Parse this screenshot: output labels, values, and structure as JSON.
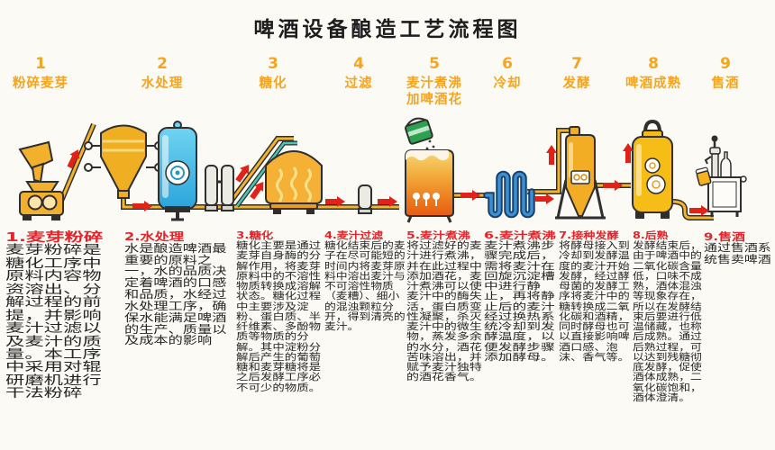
{
  "title": "啤酒设备酿造工艺流程图",
  "steps": [
    {
      "num": "1",
      "label": "粉碎麦芽"
    },
    {
      "num": "2",
      "label": "水处理"
    },
    {
      "num": "3",
      "label": "糖化"
    },
    {
      "num": "4",
      "label": "过滤"
    },
    {
      "num": "5",
      "label": "麦汁煮沸\n加啤酒花"
    },
    {
      "num": "6",
      "label": "冷却"
    },
    {
      "num": "7",
      "label": "发酵"
    },
    {
      "num": "8",
      "label": "啤酒成熟"
    },
    {
      "num": "9",
      "label": "售酒"
    }
  ],
  "descriptions": [
    {
      "heading": "1.麦芽粉碎",
      "body": "麦芽粉碎是糖化工序中原料内容物资溶出、分解过程的前提，并影响麦汁过滤以及麦汁的质量。本工序中采用对辊研磨机进行干法粉碎"
    },
    {
      "heading": "2.水处理",
      "body": "水是酿造啤酒最重要的原料之一，水的品质决定着啤酒的口感和品质，水经过水处理工序，确保水能满足啤酒的生产、质量以及成本的影响"
    },
    {
      "heading": "3.糖化",
      "body": "糖化主要是通过麦芽自身酶的分解作用，将麦芽原料中的不溶性物质转换成溶解状态。糖化过程中主要涉及淀粉、蛋白质、半纤维素、多酚物质等物质的分解。其中淀粉分解后产生的葡萄糖和麦芽糖将是之后发酵工序必不可少的物质。"
    },
    {
      "heading": "4.麦汁过滤",
      "body": "糖化结束后的麦子在尽可能短的时间内将麦芽原料中溶出麦汁与不可溶性物质（麦糟）、细小的混浊颗粒分开，得到清亮的麦汁。"
    },
    {
      "heading": "5.麦汁煮沸",
      "body": "将过滤好的麦汁进行煮沸，并在此过程中添加酒花，麦汁煮沸可以使麦汁中的酶失活，蛋白质变性凝聚，杀灭麦汁中的微生物，蒸发多余的水分，酒花苦味溶出，并赋予麦汁独特的酒花香气。"
    },
    {
      "heading": "6.麦汁煮沸",
      "body": "麦汁煮沸步骤完成后，需将麦汁在回旋沉淀槽中进行静止，再将静止后的麦汁经过换热系统冷却到发酵温度，以便发酵步骤添加酵母。"
    },
    {
      "heading": "7.接种发酵",
      "body": "将酵母接入到冷却到发酵温度的麦汁开始发酵，经过酵母菌的发酵工序将麦汁中的糖转换成二氧化碳和酒精，同时酵母也可以直接影响啤酒口感、泡沫、香气等。"
    },
    {
      "heading": "8.后熟",
      "body": "发酵结束后，由于啤酒中的二氧化碳含量低，口味不成熟，酒体混浊等现象存在，所以在发酵结束后要进行低温储藏，也称后成熟。通过后熟过程，可以达到残糖彻底发酵，促使酒体成熟，二氧化碳饱和，酒体澄清。"
    },
    {
      "heading": "9.售酒",
      "body": "通过售酒系统售卖啤酒"
    }
  ],
  "equipment_icons": [
    "malt-mill",
    "malt-silo",
    "water-treatment-tank",
    "filter-columns",
    "mash-tun",
    "lauter-column",
    "hops-bucket",
    "wort-kettle",
    "heat-exchanger",
    "fermenter",
    "maturation-tank",
    "beer-tap-counter",
    "flow-arrows"
  ],
  "colors": {
    "step_orange": "#f7a41e",
    "heading_red": "#e4232a",
    "arrow_red": "#e02218",
    "tank_gold": "#f0ae22",
    "tank_blue": "#3cb9e6",
    "bucket_green": "#2ba24e",
    "coil_blue": "#2b6fb8",
    "background": "#fbfaf4"
  }
}
